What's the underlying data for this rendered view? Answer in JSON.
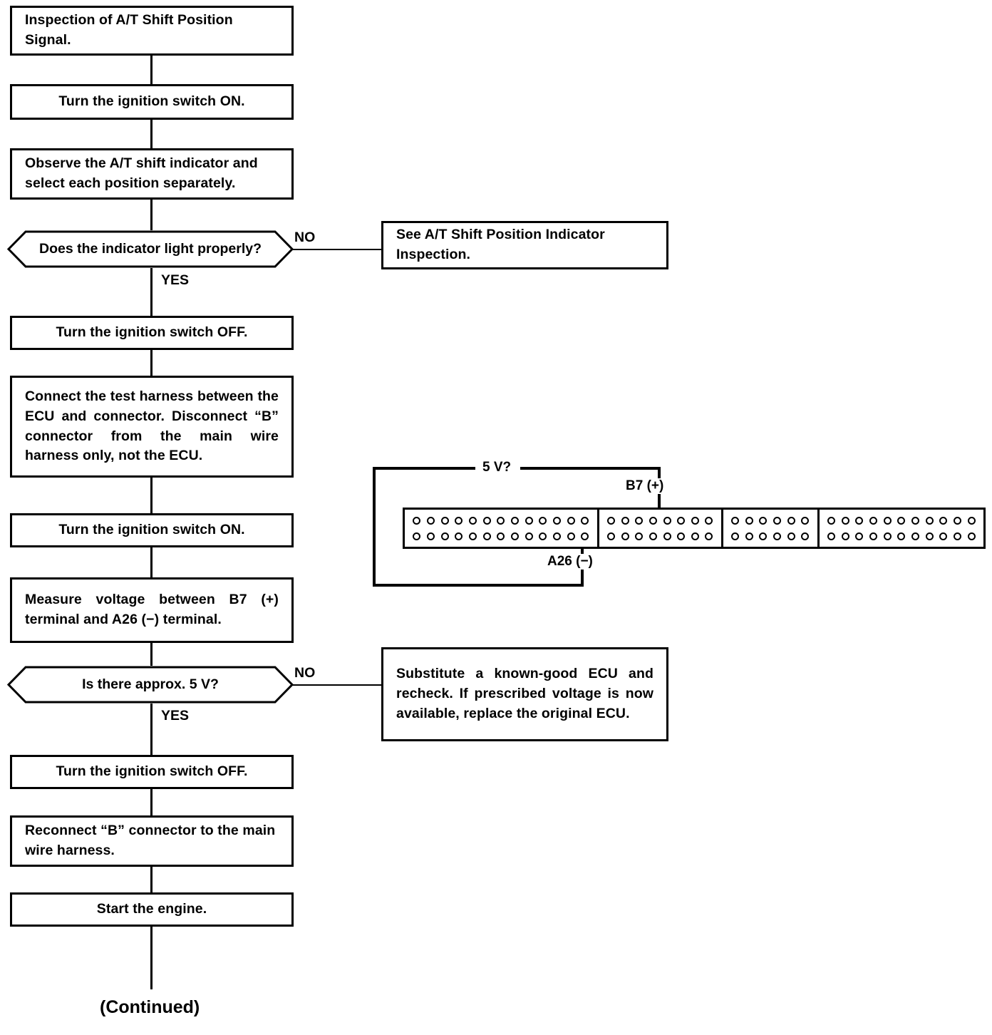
{
  "diagram": {
    "title": "Inspection of A/T Shift Position Signal",
    "footer_label": "(Continued)",
    "ink_color": "#000000",
    "paper_color": "#ffffff"
  },
  "nodes": {
    "start": {
      "type": "process",
      "text": "Inspection of A/T Shift Position Signal."
    },
    "ign_on_1": {
      "type": "process",
      "text": "Turn the ignition switch ON."
    },
    "observe": {
      "type": "process",
      "text": "Observe the A/T shift indicator and select each position separately."
    },
    "decision_indicator": {
      "type": "decision",
      "text": "Does the indicator light properly?"
    },
    "see_indicator_inspection": {
      "type": "process",
      "text": "See A/T Shift Position Indicator Inspection."
    },
    "ign_off_1": {
      "type": "process",
      "text": "Turn the ignition switch OFF."
    },
    "connect_harness": {
      "type": "process",
      "text": "Connect the test harness between the ECU and connector. Disconnect “B” connector from the main wire harness only, not the ECU."
    },
    "ign_on_2": {
      "type": "process",
      "text": "Turn the ignition switch ON."
    },
    "measure_voltage": {
      "type": "process",
      "text": "Measure voltage between B7 (+) terminal and A26 (−) terminal."
    },
    "decision_voltage": {
      "type": "decision",
      "text": "Is there approx. 5 V?"
    },
    "substitute_ecu": {
      "type": "process",
      "text": "Substitute a known-good ECU and recheck. If prescribed voltage is now available, replace the original ECU."
    },
    "ign_off_2": {
      "type": "process",
      "text": "Turn the ignition switch OFF."
    },
    "reconnect_b": {
      "type": "process",
      "text": "Reconnect “B” connector to the main wire harness."
    },
    "start_engine": {
      "type": "process",
      "text": "Start the engine."
    }
  },
  "branch_labels": {
    "indicator_no": "NO",
    "indicator_yes": "YES",
    "voltage_no": "NO",
    "voltage_yes": "YES"
  },
  "connector_diagram": {
    "measurement_label": "5 V?",
    "positive_terminal_label": "B7 (+)",
    "negative_terminal_label": "A26 (−)",
    "groups": [
      {
        "name": "group-a",
        "pins_per_row": 13,
        "rows": 2
      },
      {
        "name": "group-b",
        "pins_per_row": 8,
        "rows": 2
      },
      {
        "name": "group-c",
        "pins_per_row": 6,
        "rows": 2
      },
      {
        "name": "group-d",
        "pins_per_row": 11,
        "rows": 2
      }
    ],
    "positive_pin": {
      "group": 1,
      "row": 0,
      "index": 3
    },
    "negative_pin": {
      "group": 0,
      "row": 1,
      "index": 12
    }
  }
}
